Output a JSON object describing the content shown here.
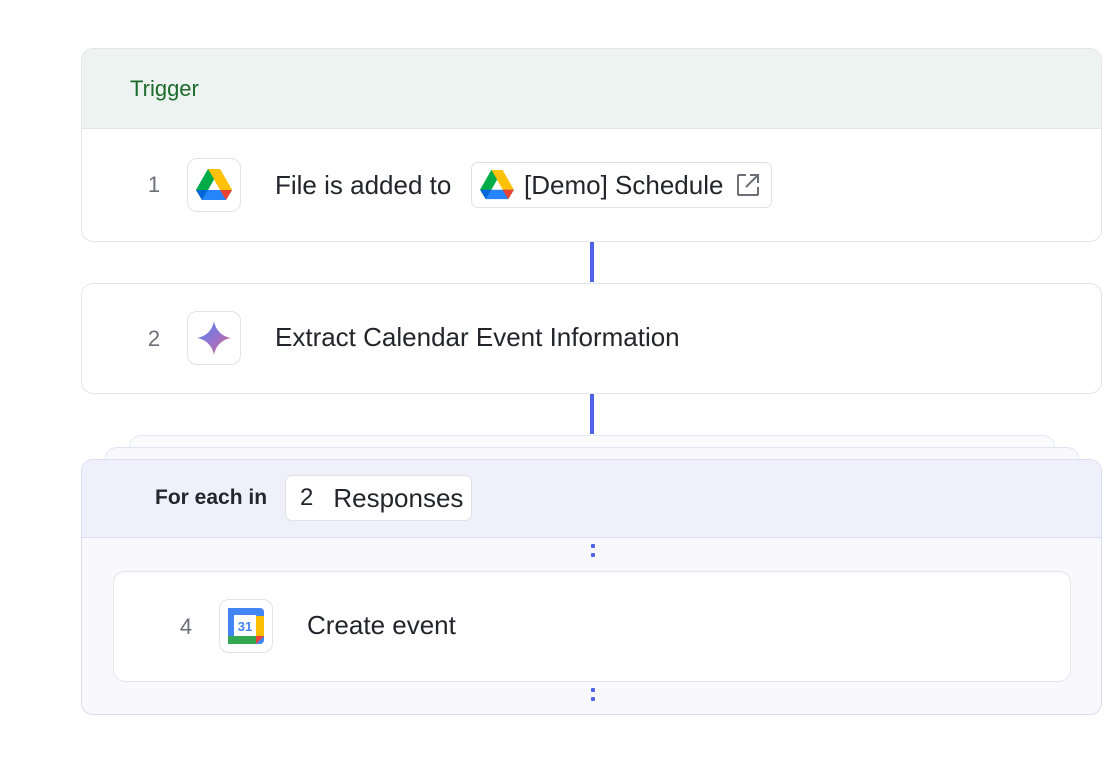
{
  "trigger": {
    "header_label": "Trigger",
    "step": {
      "number": "1",
      "icon": "google-drive-icon",
      "text": "File is added to",
      "chip": {
        "icon": "google-drive-icon",
        "label": "[Demo] Schedule",
        "action_icon": "external-link-icon"
      }
    }
  },
  "step2": {
    "number": "2",
    "icon": "ai-sparkle-icon",
    "text": "Extract Calendar Event Information"
  },
  "loop": {
    "label": "For each in",
    "chip": {
      "count": "2",
      "label": "Responses"
    },
    "step": {
      "number": "4",
      "icon": "google-calendar-icon",
      "icon_text": "31",
      "text": "Create event"
    }
  },
  "colors": {
    "connector": "#4f63e8",
    "trigger_header_bg": "#edf3f0",
    "trigger_label": "#1d6b2c",
    "loop_header_bg": "#f0f0fc"
  }
}
